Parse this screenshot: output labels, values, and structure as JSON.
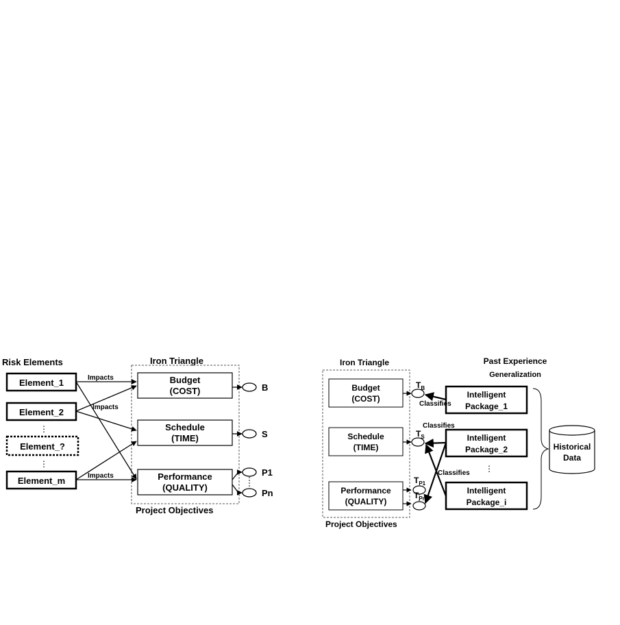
{
  "left": {
    "risk_elements_title": "Risk Elements",
    "iron_triangle_title": "Iron Triangle",
    "project_objectives": "Project Objectives",
    "elements": [
      "Element_1",
      "Element_2",
      "Element_?",
      "Element_m"
    ],
    "vdots": "⋮",
    "impacts": [
      "Impacts",
      "Impacts",
      "Impacts"
    ],
    "budget": [
      "Budget",
      "(COST)"
    ],
    "schedule": [
      "Schedule",
      "(TIME)"
    ],
    "performance": [
      "Performance",
      "(QUALITY)"
    ],
    "outputs": [
      "B",
      "S",
      "P1",
      "Pn"
    ]
  },
  "right": {
    "iron_triangle_title": "Iron Triangle",
    "project_objectives": "Project Objectives",
    "past_experience": [
      "Past Experience",
      "Generalization"
    ],
    "budget": [
      "Budget",
      "(COST)"
    ],
    "schedule": [
      "Schedule",
      "(TIME)"
    ],
    "performance": [
      "Performance",
      "(QUALITY)"
    ],
    "t_labels": [
      {
        "main": "T",
        "sub": "B"
      },
      {
        "main": "T",
        "sub": "S"
      },
      {
        "main": "T",
        "sub": "P1"
      },
      {
        "main": "T",
        "sub": "Pn"
      }
    ],
    "classifies": [
      "Classifies",
      "Classifies",
      "Classifies"
    ],
    "packages": [
      [
        "Intelligent",
        "Package_1"
      ],
      [
        "Intelligent",
        "Package_2"
      ],
      [
        "Intelligent",
        "Package_i"
      ]
    ],
    "vdots": "⋮",
    "historical": [
      "Historical",
      "Data"
    ]
  }
}
